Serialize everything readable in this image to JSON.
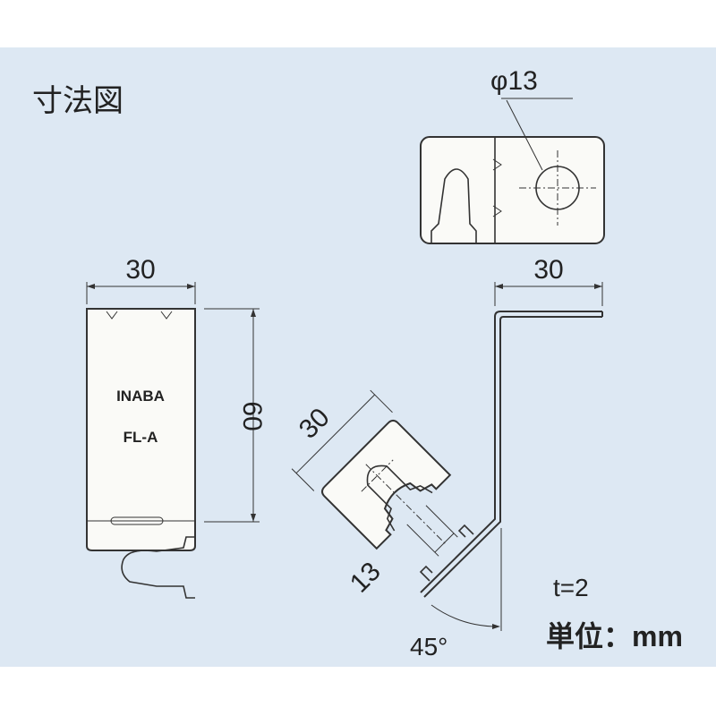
{
  "title": "寸法図",
  "top_view": {
    "hole_label": "φ13"
  },
  "front_view": {
    "width_label": "30",
    "height_label": "60",
    "marking_line1": "INABA",
    "marking_line2": "FL-A"
  },
  "side_view": {
    "width_label": "30",
    "angled_width_label": "30",
    "slot_label": "13",
    "angle_label": "45°"
  },
  "notes": {
    "thickness": "t=2",
    "unit": "単位：mm"
  },
  "colors": {
    "background": "#dde8f3",
    "part_fill": "#fafaf7",
    "line": "#333333"
  }
}
